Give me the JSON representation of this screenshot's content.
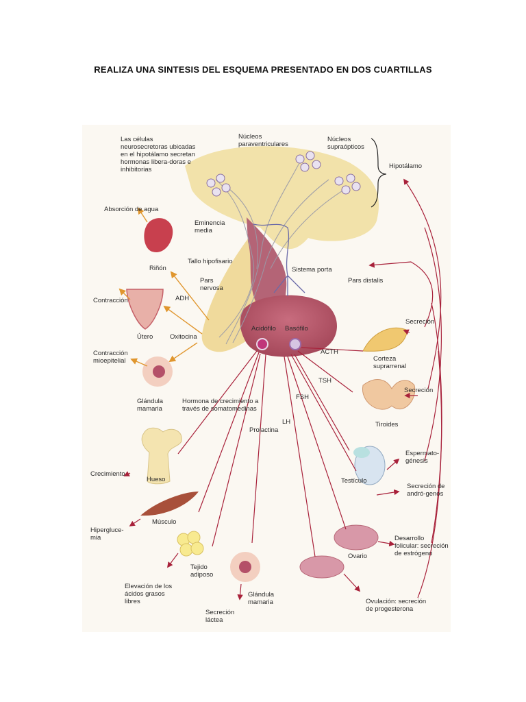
{
  "heading": "REALIZA UNA SINTESIS DEL ESQUEMA PRESENTADO EN DOS CUARTILLAS",
  "labels": {
    "neurosecretory": "Las células neurosecretoras ubicadas en el hipotálamo secretan hormonas libera-doras e inhibitorias",
    "paraventricular": "Núcleos paraventriculares",
    "supraoptic": "Núcleos supraópticos",
    "hypothalamus": "Hipotálamo",
    "median_eminence": "Eminencia media",
    "water_absorption": "Absorción de agua",
    "kidney": "Riñón",
    "stalk": "Tallo hipofisario",
    "portal_system": "Sistema porta",
    "pars_distalis": "Pars distalis",
    "pars_nervosa": "Pars nervosa",
    "adh": "ADH",
    "contraction": "Contracción",
    "uterus": "Útero",
    "oxytocin": "Oxitocina",
    "acidophil": "Acidófilo",
    "basophil": "Basófilo",
    "acth": "ACTH",
    "secretion_1": "Secreción",
    "adrenal_cortex": "Corteza suprarrenal",
    "myoepithelial": "Contracción mioepitelial",
    "tsh": "TSH",
    "secretion_2": "Secreción",
    "thyroid": "Tiroides",
    "mammary_1": "Glándula mamaria",
    "growth_hormone": "Hormona de crecimiento a través de somatomedinas",
    "fsh": "FSH",
    "lh": "LH",
    "prolactin": "Prolactina",
    "spermatogenesis": "Espermato-génesis",
    "testis": "Testículo",
    "androgens": "Secreción de andró-genos",
    "growth": "Crecimiento",
    "bone": "Hueso",
    "muscle": "Músculo",
    "hyperglycemia": "Hiperglucе-mia",
    "ovary": "Ovario",
    "follicular": "Desarrollo folicular: secreción de estrógeno",
    "adipose": "Tejido adiposo",
    "fatty_acids": "Elevación de los ácidos grasos libres",
    "mammary_2": "Glándula mamaria",
    "milk": "Secreción láctea",
    "ovulation": "Ovulación: secreción de progesterona"
  }
}
